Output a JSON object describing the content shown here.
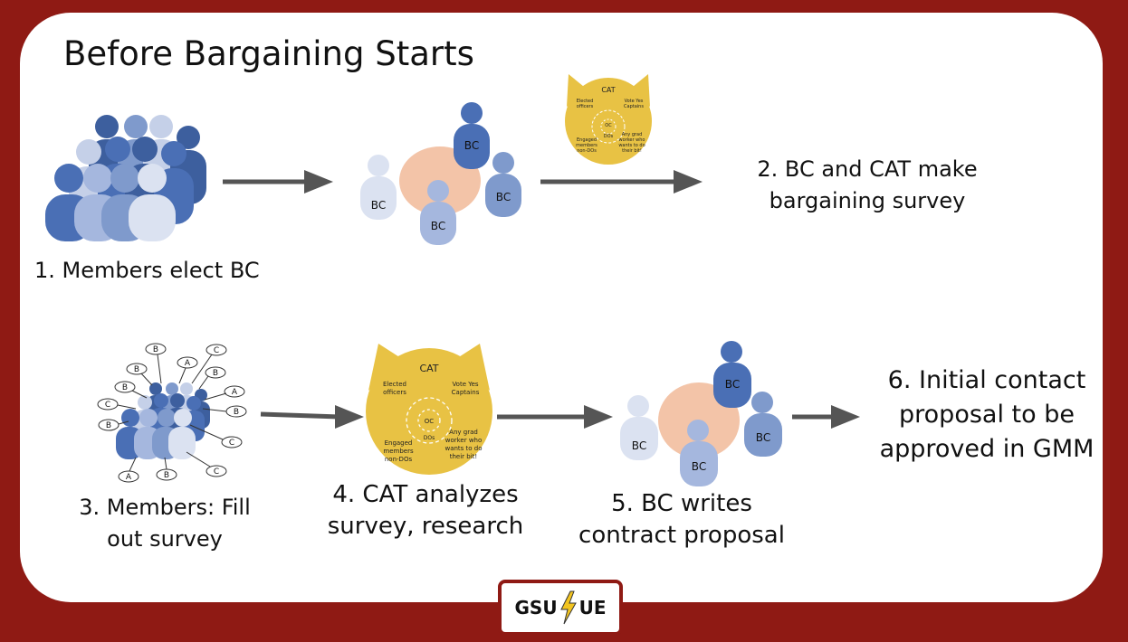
{
  "title": "Before Bargaining Starts",
  "steps": {
    "s1": "1. Members elect BC",
    "s2_l1": "2. BC and CAT make",
    "s2_l2": "bargaining survey",
    "s3_l1": "3. Members: Fill",
    "s3_l2": "out survey",
    "s4_l1": "4. CAT analyzes",
    "s4_l2": "survey, research",
    "s5_l1": "5. BC writes",
    "s5_l2": "contract proposal",
    "s6_l1": "6. Initial contact",
    "s6_l2": "proposal to be",
    "s6_l3": "approved in GMM"
  },
  "bc_label": "BC",
  "cat": {
    "name": "CAT",
    "elected": [
      "Elected",
      "officers"
    ],
    "vote": [
      "Vote Yes",
      "Captains"
    ],
    "engaged": [
      "Engaged",
      "members",
      "non-DOs"
    ],
    "grad": [
      "Any grad",
      "worker who",
      "wants to do",
      "their bit!"
    ],
    "oc": "OC",
    "dos": "DOs"
  },
  "survey_letters": {
    "row1": "B",
    "c1": "C",
    "a1": "A",
    "b2": "B",
    "b3": "B",
    "a2": "A",
    "c2": "C",
    "b4": "B",
    "b5": "B",
    "c3": "C",
    "a3": "A",
    "b6": "B",
    "c4": "C"
  },
  "logo": {
    "left": "GSU",
    "right": "UE"
  },
  "colors": {
    "frame": "#8f1a14",
    "dark_blue": "#4a6fb5",
    "mid_blue": "#7f9acc",
    "light_blue": "#c5d0e8",
    "peach": "#f3c4a8",
    "cat_gold": "#e8c244",
    "arrow": "#555555"
  }
}
